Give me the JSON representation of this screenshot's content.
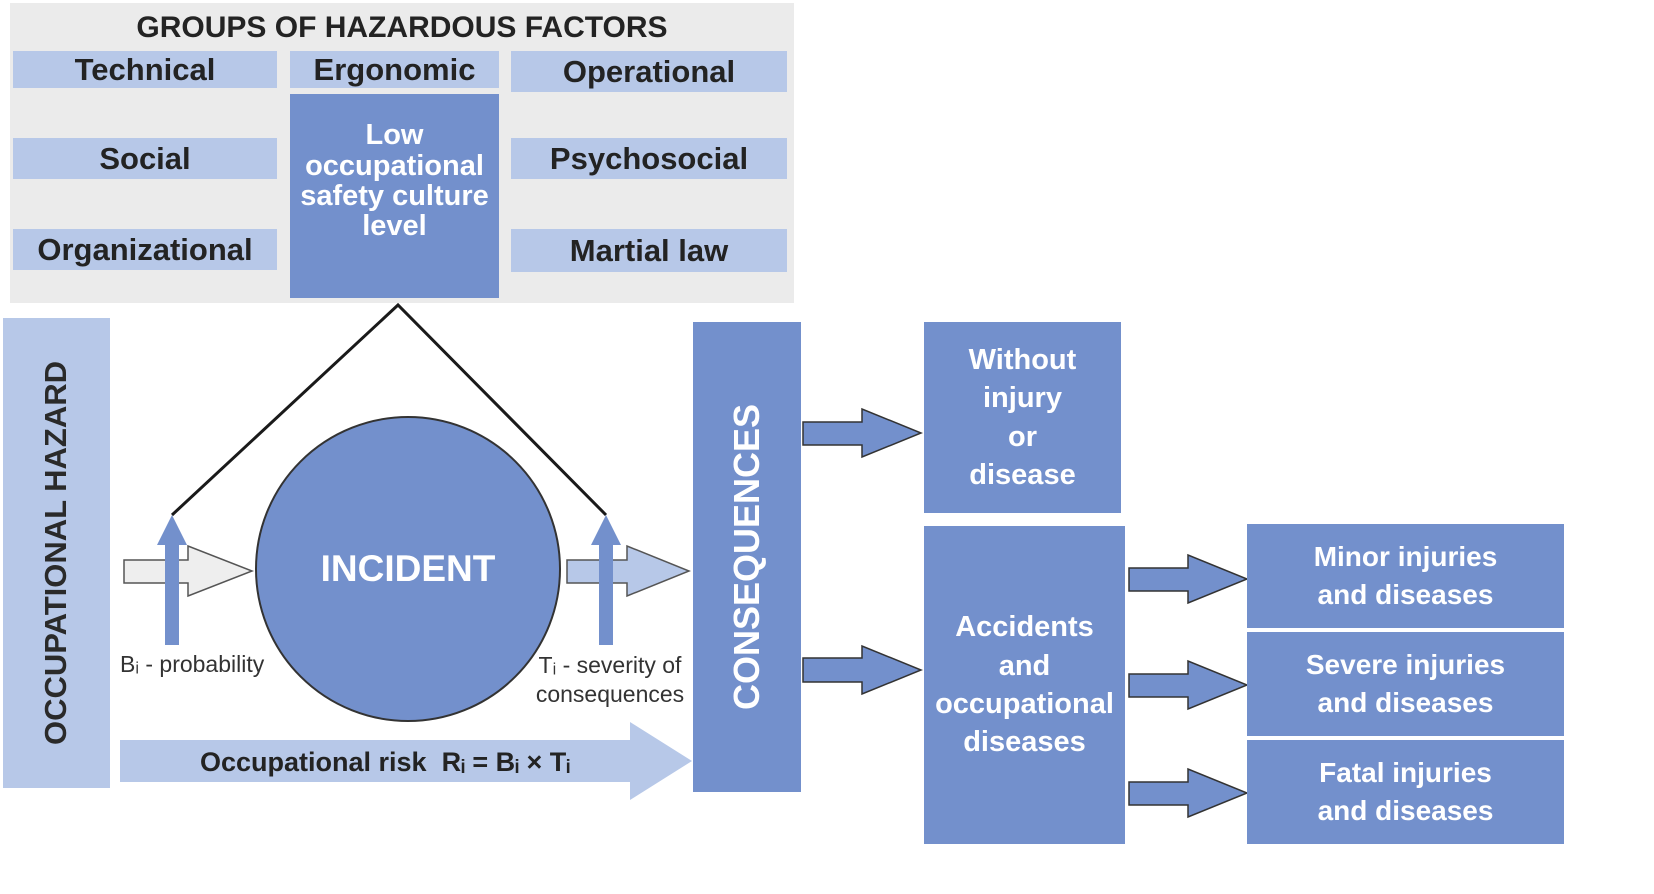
{
  "hazard_groups": {
    "title": "GROUPS OF HAZARDOUS FACTORS",
    "left": [
      "Technical",
      "Social",
      "Organizational"
    ],
    "middle_top": "Ergonomic",
    "right": [
      "Operational",
      "Psychosocial",
      "Martial law"
    ],
    "center": "Low\noccupational\nsafety culture\nlevel"
  },
  "occupational_hazard": "OCCUPATIONAL HAZARD",
  "incident": "INCIDENT",
  "probability_label": "Bᵢ - probability",
  "severity_label": "Tᵢ - severity of\nconsequences",
  "risk": {
    "label": "Occupational risk",
    "formula": "Rᵢ = Bᵢ × Tᵢ"
  },
  "consequences": "CONSEQUENCES",
  "outcomes": {
    "without": "Without\ninjury\nor\ndisease",
    "accidents": "Accidents\nand\noccupational\ndiseases"
  },
  "severity_outcomes": [
    "Minor injuries\nand diseases",
    "Severe injuries\nand diseases",
    "Fatal injuries\nand diseases"
  ],
  "colors": {
    "dark_blue": "#7390cc",
    "light_blue": "#b7c8e8",
    "panel_gray": "#ebebeb"
  }
}
